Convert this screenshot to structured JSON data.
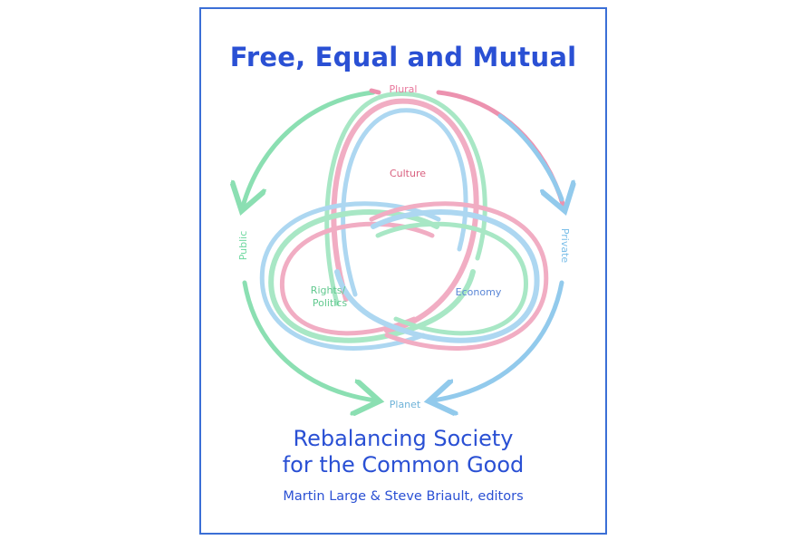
{
  "book": {
    "title": "Free, Equal and Mutual",
    "subtitle_line1": "Rebalancing Society",
    "subtitle_line2": "for the Common Good",
    "editors": "Martin Large & Steve Briault, editors"
  },
  "diagram": {
    "top_label": "Plural",
    "right_label": "Private",
    "bottom_label": "Planet",
    "left_label": "Public",
    "culture_label": "Culture",
    "rights_label_line1": "Rights/",
    "rights_label_line2": "Politics",
    "economy_label": "Economy"
  },
  "colors": {
    "title_blue": "#2a50d4",
    "border_blue": "#3b6fd6",
    "crayon_pink": "#e8779c",
    "crayon_green": "#6fd8a0",
    "crayon_blue": "#78bde8"
  }
}
